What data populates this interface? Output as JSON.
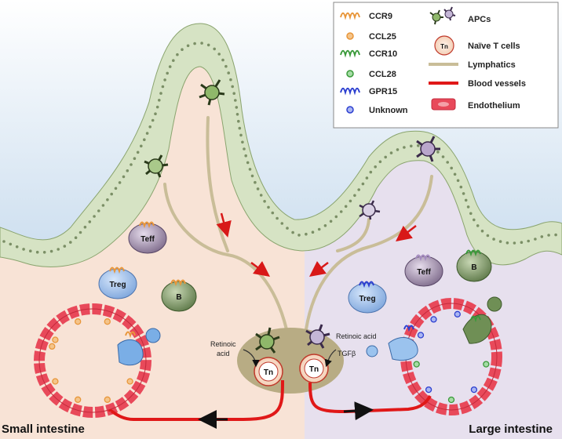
{
  "legend": {
    "items_left": [
      {
        "label": "CCR9",
        "icon": "orange-receptor-icon",
        "color": "#e8963a"
      },
      {
        "label": "CCL25",
        "icon": "orange-dot-icon",
        "color": "#e8963a"
      },
      {
        "label": "CCR10",
        "icon": "green-receptor-icon",
        "color": "#3a9a3a"
      },
      {
        "label": "CCL28",
        "icon": "green-dot-icon",
        "color": "#3a9a3a"
      },
      {
        "label": "GPR15",
        "icon": "blue-receptor-icon",
        "color": "#2c3fd0"
      },
      {
        "label": "Unknown",
        "icon": "blue-dot-icon",
        "color": "#2c3fd0"
      }
    ],
    "items_right": [
      {
        "label": "APCs",
        "icon": "apc-icon"
      },
      {
        "label": "Naïve T cells",
        "icon": "naive-t-cell-icon",
        "cell_label": "Tn"
      },
      {
        "label": "Lymphatics",
        "icon": "lymphatic-line-icon",
        "color": "#c9bd98"
      },
      {
        "label": "Blood vessels",
        "icon": "blood-vessel-line-icon",
        "color": "#e01818"
      },
      {
        "label": "Endothelium",
        "icon": "endothelium-icon",
        "color": "#e8495a"
      }
    ]
  },
  "cells": {
    "teff_left": "Teff",
    "treg_left": "Treg",
    "b_left": "B",
    "teff_right": "Teff",
    "b_right": "B",
    "treg_right": "Treg",
    "tn_left": "Tn",
    "tn_right": "Tn"
  },
  "annotations": {
    "retinoic_left_line1": "Retinoic",
    "retinoic_left_line2": "acid",
    "retinoic_right": "Retinoic acid",
    "tgfb": "TGFβ"
  },
  "regions": {
    "small_intestine": "Small intestine",
    "large_intestine": "Large intestine"
  },
  "colors": {
    "small_intestine_bg": "#f8e3d6",
    "large_intestine_bg": "#e7e0ee",
    "lumen_top": "#ffffff",
    "lumen_bottom": "#8fb6de",
    "epithelium": "#d6e3c4",
    "lymph_node": "#b8ac84",
    "lymphatics": "#c9bd98",
    "blood": "#e01818"
  }
}
